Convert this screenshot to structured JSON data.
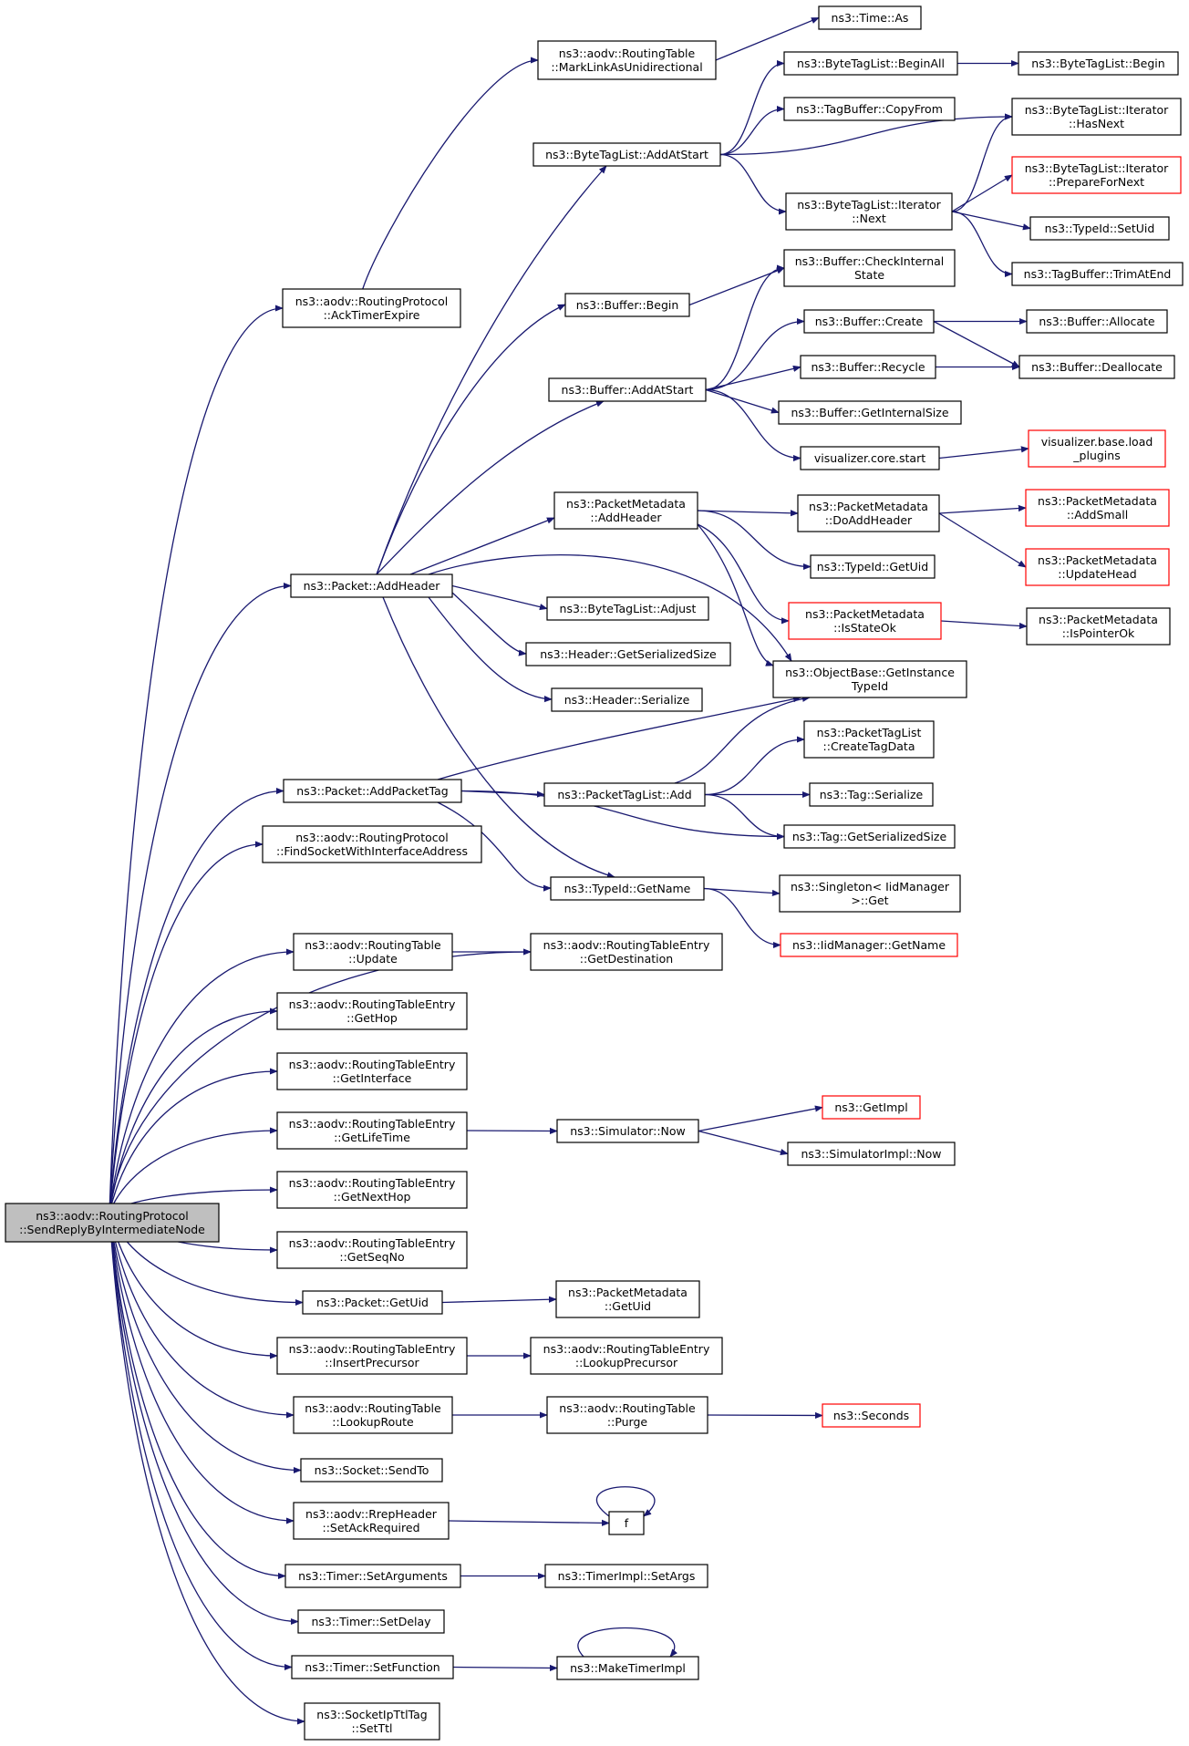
{
  "colors": {
    "edge": "#191970",
    "node_border": "#000000",
    "external_border": "#ff0000",
    "root_fill": "#bfbfbf"
  },
  "nodes": {
    "root": [
      "ns3::aodv::RoutingProtocol",
      "::SendReplyByIntermediateNode"
    ],
    "ackTimerExpire": [
      "ns3::aodv::RoutingProtocol",
      "::AckTimerExpire"
    ],
    "markLink": [
      "ns3::aodv::RoutingTable",
      "::MarkLinkAsUnidirectional"
    ],
    "timeAs": [
      "ns3::Time::As"
    ],
    "btlAddAtStart": [
      "ns3::ByteTagList::AddAtStart"
    ],
    "btlBeginAll": [
      "ns3::ByteTagList::BeginAll"
    ],
    "btlBegin": [
      "ns3::ByteTagList::Begin"
    ],
    "tbCopyFrom": [
      "ns3::TagBuffer::CopyFrom"
    ],
    "btlItHasNext": [
      "ns3::ByteTagList::Iterator",
      "::HasNext"
    ],
    "btlItPrepare": [
      "ns3::ByteTagList::Iterator",
      "::PrepareForNext"
    ],
    "btlItNext": [
      "ns3::ByteTagList::Iterator",
      "::Next"
    ],
    "typeIdSetUid": [
      "ns3::TypeId::SetUid"
    ],
    "tbTrimAtEnd": [
      "ns3::TagBuffer::TrimAtEnd"
    ],
    "bufCheckInternal": [
      "ns3::Buffer::CheckInternal",
      "State"
    ],
    "bufBegin": [
      "ns3::Buffer::Begin"
    ],
    "bufCreate": [
      "ns3::Buffer::Create"
    ],
    "bufAllocate": [
      "ns3::Buffer::Allocate"
    ],
    "bufRecycle": [
      "ns3::Buffer::Recycle"
    ],
    "bufDeallocate": [
      "ns3::Buffer::Deallocate"
    ],
    "bufAddAtStart": [
      "ns3::Buffer::AddAtStart"
    ],
    "bufGetInternalSize": [
      "ns3::Buffer::GetInternalSize"
    ],
    "vizCoreStart": [
      "visualizer.core.start"
    ],
    "vizLoadPlugins": [
      "visualizer.base.load",
      "_plugins"
    ],
    "pmAddHeader": [
      "ns3::PacketMetadata",
      "::AddHeader"
    ],
    "pmDoAddHeader": [
      "ns3::PacketMetadata",
      "::DoAddHeader"
    ],
    "pmAddSmall": [
      "ns3::PacketMetadata",
      "::AddSmall"
    ],
    "pmUpdateHead": [
      "ns3::PacketMetadata",
      "::UpdateHead"
    ],
    "typeIdGetUid": [
      "ns3::TypeId::GetUid"
    ],
    "pmIsStateOk": [
      "ns3::PacketMetadata",
      "::IsStateOk"
    ],
    "pmIsPointerOk": [
      "ns3::PacketMetadata",
      "::IsPointerOk"
    ],
    "packetAddHeader": [
      "ns3::Packet::AddHeader"
    ],
    "btlAdjust": [
      "ns3::ByteTagList::Adjust"
    ],
    "hdrGetSerSize": [
      "ns3::Header::GetSerializedSize"
    ],
    "hdrSerialize": [
      "ns3::Header::Serialize"
    ],
    "objGetInstanceTypeId": [
      "ns3::ObjectBase::GetInstance",
      "TypeId"
    ],
    "ptlCreateTagData": [
      "ns3::PacketTagList",
      "::CreateTagData"
    ],
    "packetAddPacketTag": [
      "ns3::Packet::AddPacketTag"
    ],
    "ptlAdd": [
      "ns3::PacketTagList::Add"
    ],
    "tagSerialize": [
      "ns3::Tag::Serialize"
    ],
    "findSocket": [
      "ns3::aodv::RoutingProtocol",
      "::FindSocketWithInterfaceAddress"
    ],
    "tagGetSerSize": [
      "ns3::Tag::GetSerializedSize"
    ],
    "typeIdGetName": [
      "ns3::TypeId::GetName"
    ],
    "singletonGet": [
      "ns3::Singleton< IidManager",
      ">::Get"
    ],
    "iidGetName": [
      "ns3::IidManager::GetName"
    ],
    "rtUpdate": [
      "ns3::aodv::RoutingTable",
      "::Update"
    ],
    "rteGetDestination": [
      "ns3::aodv::RoutingTableEntry",
      "::GetDestination"
    ],
    "rteGetHop": [
      "ns3::aodv::RoutingTableEntry",
      "::GetHop"
    ],
    "rteGetInterface": [
      "ns3::aodv::RoutingTableEntry",
      "::GetInterface"
    ],
    "rteGetLifeTime": [
      "ns3::aodv::RoutingTableEntry",
      "::GetLifeTime"
    ],
    "simNow": [
      "ns3::Simulator::Now"
    ],
    "getImpl": [
      "ns3::GetImpl"
    ],
    "simImplNow": [
      "ns3::SimulatorImpl::Now"
    ],
    "rteGetNextHop": [
      "ns3::aodv::RoutingTableEntry",
      "::GetNextHop"
    ],
    "rteGetSeqNo": [
      "ns3::aodv::RoutingTableEntry",
      "::GetSeqNo"
    ],
    "packetGetUid": [
      "ns3::Packet::GetUid"
    ],
    "pmGetUid": [
      "ns3::PacketMetadata",
      "::GetUid"
    ],
    "rteInsertPrecursor": [
      "ns3::aodv::RoutingTableEntry",
      "::InsertPrecursor"
    ],
    "rteLookupPrecursor": [
      "ns3::aodv::RoutingTableEntry",
      "::LookupPrecursor"
    ],
    "rtLookupRoute": [
      "ns3::aodv::RoutingTable",
      "::LookupRoute"
    ],
    "rtPurge": [
      "ns3::aodv::RoutingTable",
      "::Purge"
    ],
    "seconds": [
      "ns3::Seconds"
    ],
    "socketSendTo": [
      "ns3::Socket::SendTo"
    ],
    "rrepSetAckRequired": [
      "ns3::aodv::RrepHeader",
      "::SetAckRequired"
    ],
    "f": [
      "f"
    ],
    "timerSetArguments": [
      "ns3::Timer::SetArguments"
    ],
    "timerImplSetArgs": [
      "ns3::TimerImpl::SetArgs"
    ],
    "timerSetDelay": [
      "ns3::Timer::SetDelay"
    ],
    "timerSetFunction": [
      "ns3::Timer::SetFunction"
    ],
    "makeTimerImpl": [
      "ns3::MakeTimerImpl"
    ],
    "socketIpTtlSetTtl": [
      "ns3::SocketIpTtlTag",
      "::SetTtl"
    ]
  }
}
